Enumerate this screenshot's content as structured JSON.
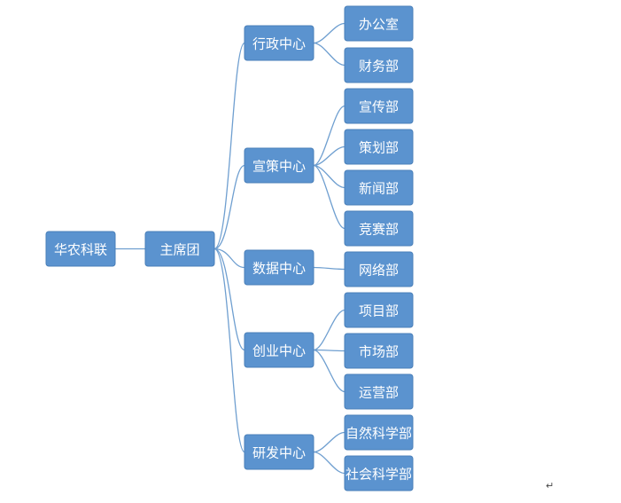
{
  "root": {
    "id": "root",
    "label": "华农科联"
  },
  "level1": {
    "id": "presidium",
    "label": "主席团"
  },
  "centers": [
    {
      "id": "c1",
      "label": "行政中心",
      "departments": [
        {
          "id": "d1",
          "label": "办公室"
        },
        {
          "id": "d2",
          "label": "财务部"
        }
      ]
    },
    {
      "id": "c2",
      "label": "宣策中心",
      "departments": [
        {
          "id": "d3",
          "label": "宣传部"
        },
        {
          "id": "d4",
          "label": "策划部"
        },
        {
          "id": "d5",
          "label": "新闻部"
        },
        {
          "id": "d6",
          "label": "竞赛部"
        }
      ]
    },
    {
      "id": "c3",
      "label": "数据中心",
      "departments": [
        {
          "id": "d7",
          "label": "网络部"
        }
      ]
    },
    {
      "id": "c4",
      "label": "创业中心",
      "departments": [
        {
          "id": "d8",
          "label": "项目部"
        },
        {
          "id": "d9",
          "label": "市场部"
        },
        {
          "id": "d10",
          "label": "运营部"
        }
      ]
    },
    {
      "id": "c5",
      "label": "研发中心",
      "departments": [
        {
          "id": "d11",
          "label": "自然科学部"
        },
        {
          "id": "d12",
          "label": "社会科学部"
        }
      ]
    }
  ],
  "colors": {
    "box_fill": "#5b93cf",
    "box_stroke": "#4a7fb8",
    "connector": "#6f9fd0",
    "text": "#ffffff"
  },
  "footer_mark": "↵"
}
